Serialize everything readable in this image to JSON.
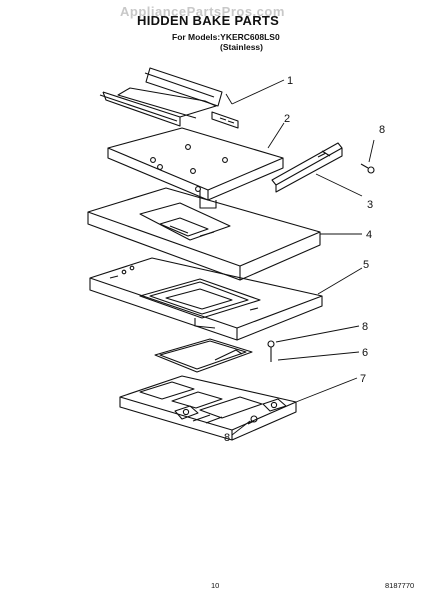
{
  "header": {
    "watermark": "AppliancePartsPros.com",
    "title": "HIDDEN BAKE PARTS",
    "models_line": "For Models:YKERC608LS0",
    "finish_line": "(Stainless)"
  },
  "callouts": {
    "c1": "1",
    "c2": "2",
    "c8a": "8",
    "c3": "3",
    "c4": "4",
    "c5": "5",
    "c8b": "8",
    "c6": "6",
    "c7": "7",
    "c8c": "8"
  },
  "footer": {
    "page_number": "10",
    "doc_number": "8187770"
  }
}
